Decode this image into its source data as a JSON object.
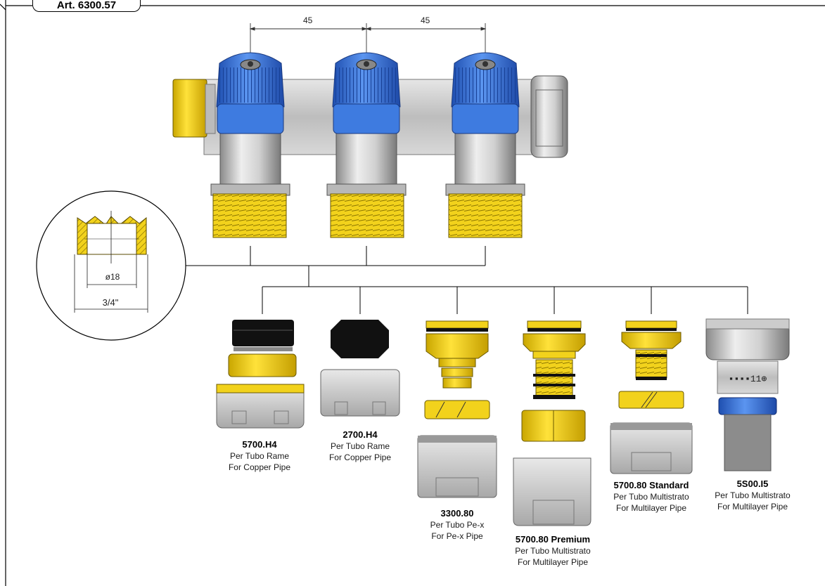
{
  "article": "Art. 6300.57",
  "spacing_label_left": "45",
  "spacing_label_right": "45",
  "detail": {
    "inner_diameter": "ø18",
    "thread": "3/4\""
  },
  "fittings": [
    {
      "code": "5700.H4",
      "line1": "Per Tubo Rame",
      "line2": "For Copper Pipe"
    },
    {
      "code": "2700.H4",
      "line1": "Per Tubo Rame",
      "line2": "For Copper Pipe"
    },
    {
      "code": "3300.80",
      "line1": "Per Tubo Pe-x",
      "line2": "For Pe-x Pipe"
    },
    {
      "code": "5700.80 Premium",
      "line1": "Per Tubo Multistrato",
      "line2": "For Multilayer Pipe"
    },
    {
      "code": "5700.80 Standard",
      "line1": "Per Tubo Multistrato",
      "line2": "For Multilayer Pipe"
    },
    {
      "code": "5S00.I5",
      "line1": "Per Tubo Multistrato",
      "line2": "For Multilayer Pipe"
    }
  ],
  "colors": {
    "brass": "#f2d21c",
    "blue": "#3e7be0",
    "body_gray": "#c8c8c8",
    "black": "#111111"
  }
}
